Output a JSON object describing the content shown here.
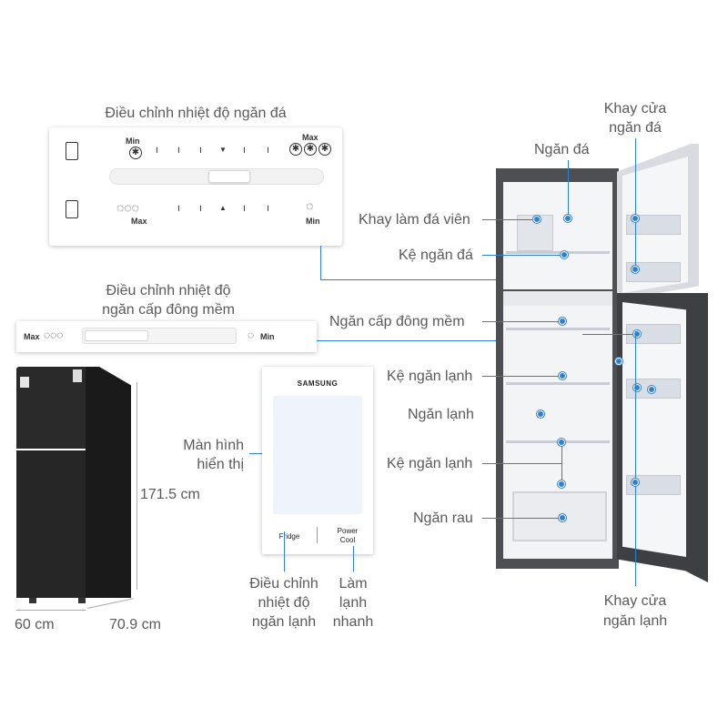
{
  "labels": {
    "freezer_temp_control": "Điều chỉnh nhiệt độ ngăn đá",
    "soft_freeze_control_l1": "Điều chỉnh nhiệt độ",
    "soft_freeze_control_l2": "ngăn cấp đông mềm",
    "display_l1": "Màn hình",
    "display_l2": "hiển thị",
    "fridge_temp_l1": "Điều chỉnh",
    "fridge_temp_l2": "nhiệt độ",
    "fridge_temp_l3": "ngăn lạnh",
    "power_cool_l1": "Làm",
    "power_cool_l2": "lạnh",
    "power_cool_l3": "nhanh",
    "freezer_door_tray_l1": "Khay cửa",
    "freezer_door_tray_l2": "ngăn đá",
    "freezer_compartment": "Ngăn đá",
    "ice_tray": "Khay làm đá viên",
    "freezer_shelf": "Kệ ngăn đá",
    "soft_freeze_compartment": "Ngăn cấp đông mềm",
    "fridge_shelf_1": "Kệ ngăn lạnh",
    "fridge_compartment": "Ngăn lạnh",
    "fridge_shelf_2": "Kệ ngăn lạnh",
    "vegetable_drawer": "Ngăn rau",
    "fridge_door_tray_l1": "Khay cửa",
    "fridge_door_tray_l2": "ngăn lạnh"
  },
  "dimensions": {
    "height": "171.5 cm",
    "width": "60 cm",
    "depth": "70.9 cm"
  },
  "freezer_panel": {
    "min": "Min",
    "max": "Max",
    "max_bottom": "Max",
    "min_bottom": "Min"
  },
  "soft_freeze_panel": {
    "max": "Max",
    "min": "Min"
  },
  "display_panel": {
    "brand": "SAMSUNG",
    "btn_fridge": "Fridge",
    "btn_power_l1": "Power",
    "btn_power_l2": "Cool"
  },
  "colors": {
    "callout": "#2f80d0",
    "fridge_black": "#262626"
  }
}
